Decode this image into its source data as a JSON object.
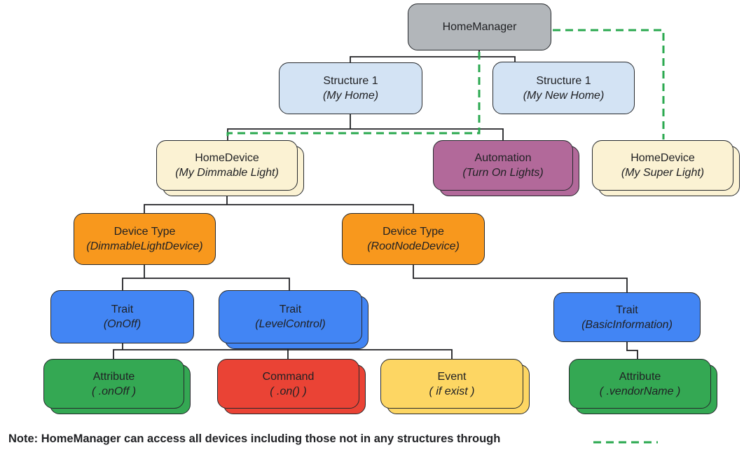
{
  "palette": {
    "gray": "#b2b6ba",
    "light_blue": "#d3e3f4",
    "cream": "#fbf2d3",
    "mauve": "#b2699a",
    "orange": "#f8981d",
    "blue": "#4285f4",
    "green": "#34a853",
    "red": "#ea4335",
    "yellow": "#fdd663",
    "line_black": "#202124",
    "line_green": "#2aa84f",
    "text": "#202124"
  },
  "nodes": {
    "homemanager": {
      "title": "HomeManager",
      "subtitle": ""
    },
    "structure_my_home": {
      "title": "Structure 1",
      "subtitle": "(My Home)"
    },
    "structure_my_new_home": {
      "title": "Structure 1",
      "subtitle": "(My New Home)"
    },
    "homedevice_dimmable": {
      "title": "HomeDevice",
      "subtitle": "(My Dimmable Light)"
    },
    "automation": {
      "title": "Automation",
      "subtitle": "(Turn On Lights)"
    },
    "homedevice_super": {
      "title": "HomeDevice",
      "subtitle": "(My Super Light)"
    },
    "devicetype_dimmable": {
      "title": "Device Type",
      "subtitle": "(DimmableLightDevice)"
    },
    "devicetype_rootnode": {
      "title": "Device Type",
      "subtitle": "(RootNodeDevice)"
    },
    "trait_onoff": {
      "title": "Trait",
      "subtitle": "(OnOff)"
    },
    "trait_levelcontrol": {
      "title": "Trait",
      "subtitle": "(LevelControl)"
    },
    "trait_basicinfo": {
      "title": "Trait",
      "subtitle": "(BasicInformation)"
    },
    "attribute_onoff": {
      "title": "Attribute",
      "subtitle": "( .onOff )"
    },
    "command_on": {
      "title": "Command",
      "subtitle": "( .on() )"
    },
    "event_ifexist": {
      "title": "Event",
      "subtitle": "( if exist )"
    },
    "attribute_vendorname": {
      "title": "Attribute",
      "subtitle": "( .vendorName )"
    }
  },
  "note": {
    "text": "Note: HomeManager can access all devices including those not in any structures through",
    "legend_icon": "green-dashed-line"
  }
}
